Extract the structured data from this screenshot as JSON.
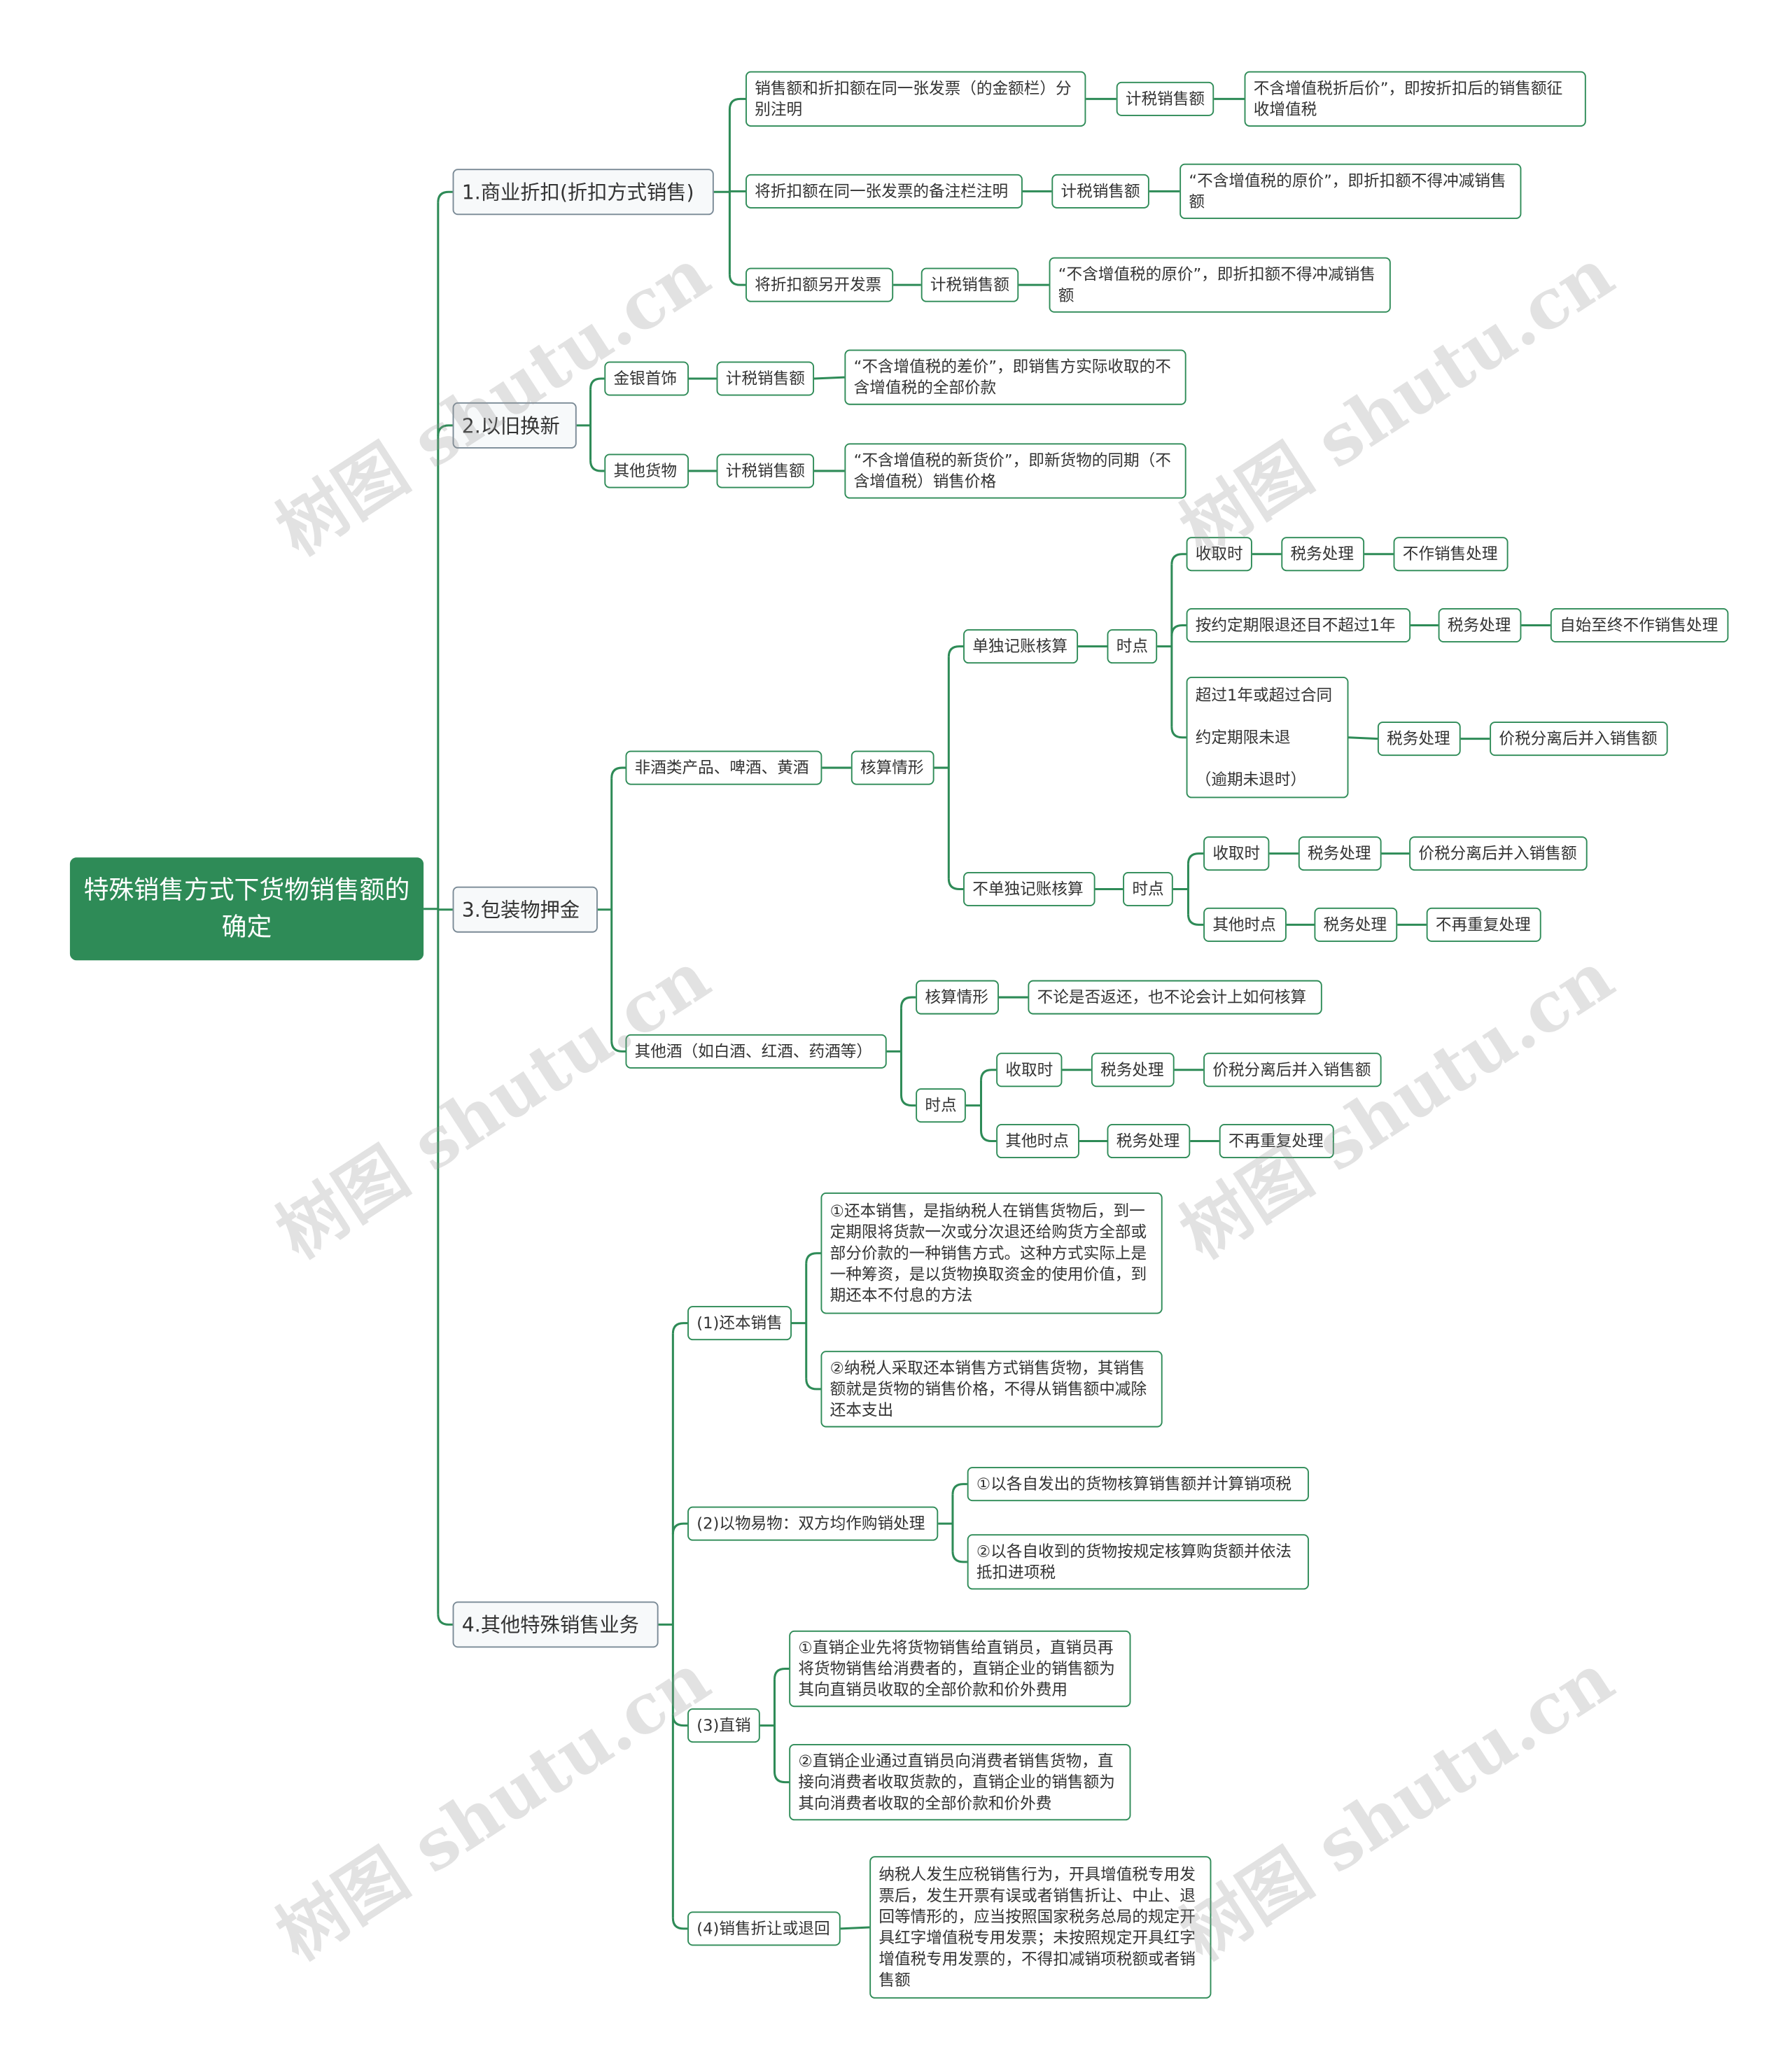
{
  "watermark": "树图 shutu.cn",
  "colors": {
    "accent": "#2e8b57",
    "line": "#2e8b57",
    "branch_border": "#7a8a96"
  },
  "root": "特殊销售方式下货物销售额的确定",
  "b1": {
    "label": "1.商业折扣(折扣方式销售)",
    "c1": {
      "cond": "销售额和折扣额在同一张发票（的金额栏）分别注明",
      "kind": "计税销售额",
      "result": "不含增值税折后价”，即按折扣后的销售额征收增值税"
    },
    "c2": {
      "cond": "将折扣额在同一张发票的备注栏注明",
      "kind": "计税销售额",
      "result": "“不含增值税的原价”，即折扣额不得冲减销售额"
    },
    "c3": {
      "cond": "将折扣额另开发票",
      "kind": "计税销售额",
      "result": "“不含增值税的原价”，即折扣额不得冲减销售额"
    }
  },
  "b2": {
    "label": "2.以旧换新",
    "c1": {
      "cond": "金银首饰",
      "kind": "计税销售额",
      "result": "“不含增值税的差价”，即销售方实际收取的不含增值税的全部价款"
    },
    "c2": {
      "cond": "其他货物",
      "kind": "计税销售额",
      "result": "“不含增值税的新货价”，即新货物的同期（不含增值税）销售价格"
    }
  },
  "b3": {
    "label": "3.包装物押金",
    "nonliquor": {
      "label": "非酒类产品、啤酒、黄酒",
      "acct": "核算情形",
      "separate": {
        "label": "单独记账核算",
        "time": "时点",
        "r1": {
          "when": "收取时",
          "tax": "税务处理",
          "result": "不作销售处理"
        },
        "r2": {
          "when": "按约定期限退还目不超过1年",
          "tax": "税务处理",
          "result": "自始至终不作销售处理"
        },
        "r3": {
          "when": "超过1年或超过合同\n\n约定期限未退\n\n（逾期未退时）",
          "tax": "税务处理",
          "result": "价税分离后并入销售额"
        }
      },
      "notsep": {
        "label": "不单独记账核算",
        "time": "时点",
        "r1": {
          "when": "收取时",
          "tax": "税务处理",
          "result": "价税分离后并入销售额"
        },
        "r2": {
          "when": "其他时点",
          "tax": "税务处理",
          "result": "不再重复处理"
        }
      }
    },
    "liquor": {
      "label": "其他酒（如白酒、红酒、药酒等）",
      "acct": "核算情形",
      "acct_note": "不论是否返还，也不论会计上如何核算",
      "time": "时点",
      "r1": {
        "when": "收取时",
        "tax": "税务处理",
        "result": "价税分离后并入销售额"
      },
      "r2": {
        "when": "其他时点",
        "tax": "税务处理",
        "result": "不再重复处理"
      }
    }
  },
  "b4": {
    "label": "4.其他特殊销售业务",
    "s1": {
      "label": "(1)还本销售",
      "n1": "①还本销售，是指纳税人在销售货物后，到一定期限将货款一次或分次退还给购货方全部或部分价款的一种销售方式。这种方式实际上是一种筹资，是以货物换取资金的使用价值，到期还本不付息的方法",
      "n2": "②纳税人采取还本销售方式销售货物，其销售额就是货物的销售价格，不得从销售额中减除还本支出"
    },
    "s2": {
      "label": "(2)以物易物：双方均作购销处理",
      "n1": "①以各自发出的货物核算销售额并计算销项税",
      "n2": "②以各自收到的货物按规定核算购货额并依法抵扣进项税"
    },
    "s3": {
      "label": "(3)直销",
      "n1": "①直销企业先将货物销售给直销员，直销员再将货物销售给消费者的，直销企业的销售额为其向直销员收取的全部价款和价外费用",
      "n2": "②直销企业通过直销员向消费者销售货物，直接向消费者收取货款的，直销企业的销售额为其向消费者收取的全部价款和价外费"
    },
    "s4": {
      "label": "(4)销售折让或退回",
      "n1": "纳税人发生应税销售行为，开具增值税专用发票后，发生开票有误或者销售折让、中止、退回等情形的，应当按照国家税务总局的规定开具红字增值税专用发票；未按照规定开具红字增值税专用发票的，不得扣减销项税额或者销售额"
    }
  }
}
